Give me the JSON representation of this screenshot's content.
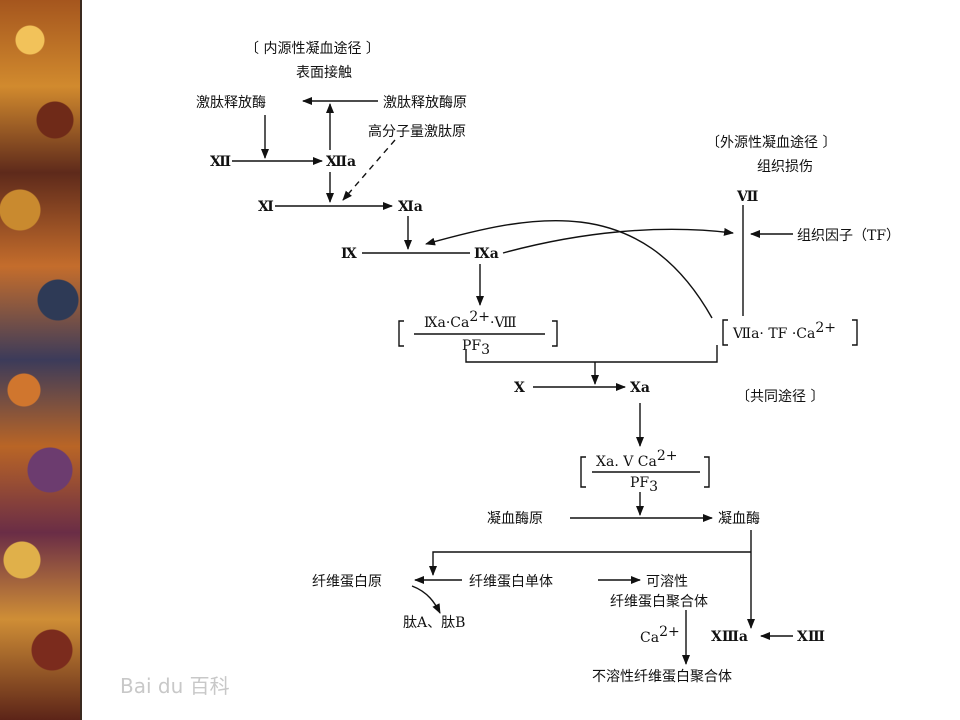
{
  "colors": {
    "line": "#111111",
    "text": "#111111",
    "watermark": "#c8c8c8"
  },
  "intrinsic": {
    "title": "〔 内源性凝血途径 〕",
    "trigger": "表面接触",
    "kallikrein": "激肽释放酶",
    "prekallikrein": "激肽释放酶原",
    "hmwk": "高分子量激肽原",
    "xii": "Ⅻ",
    "xiia": "Ⅻa",
    "xi": "Ⅺ",
    "xia": "Ⅺa",
    "ix": "Ⅸ",
    "ixa": "Ⅸa"
  },
  "tenase": {
    "top": "Ⅸa·Ca",
    "top_sup": "2+",
    "top_tail": "·Ⅷ",
    "bottom": "PF",
    "bottom_sub": "3"
  },
  "extrinsic": {
    "title": "〔外源性凝血途径 〕",
    "trigger": "组织损伤",
    "vii": "Ⅶ",
    "tf": "组织因子（TF）",
    "complex": "Ⅶa· TF ·Ca",
    "complex_sup": "2+"
  },
  "common": {
    "title": "〔共同途径 〕",
    "x": "Ⅹ",
    "xa": "Ⅹa",
    "prothrombinase_top": "Ⅹa. Ⅴ   Ca",
    "prothrombinase_sup": "2+",
    "prothrombinase_bottom": "PF",
    "prothrombinase_sub": "3",
    "prothrombin": "凝血酶原",
    "thrombin": "凝血酶",
    "fibrinogen": "纤维蛋白原",
    "fibrin_monomer": "纤维蛋白单体",
    "soluble_1": "可溶性",
    "soluble_2": "纤维蛋白聚合体",
    "peptides": "肽A、肽B",
    "ca": "Ca",
    "ca_sup": "2+",
    "xiiia": "ⅩⅢa",
    "xiii": "ⅩⅢ",
    "insoluble": "不溶性纤维蛋白聚合体"
  },
  "watermark": "Bai du 百科"
}
